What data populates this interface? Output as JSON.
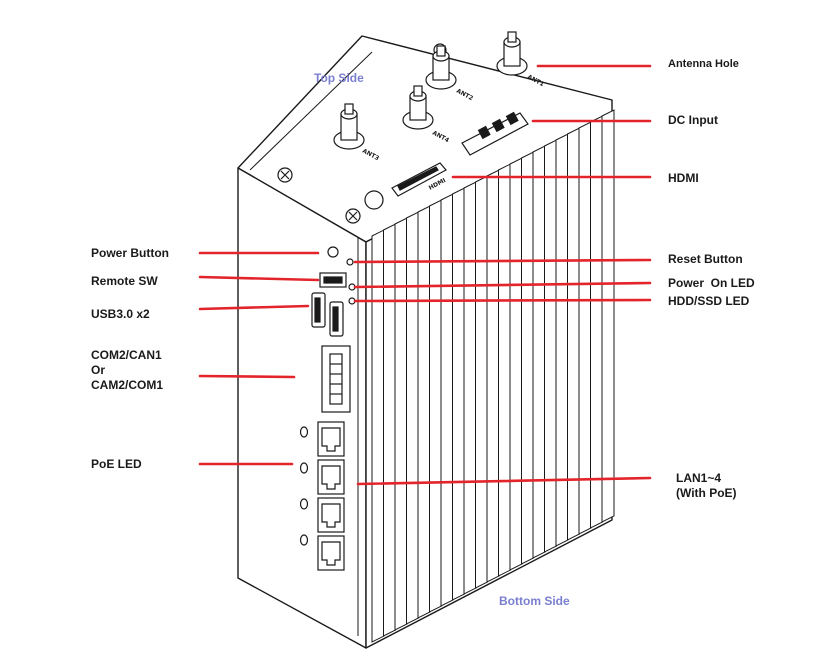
{
  "side_labels": {
    "top": "Top Side",
    "bottom": "Bottom Side"
  },
  "left_callouts": {
    "power_button": "Power Button",
    "remote_sw": "Remote SW",
    "usb": "USB3.0 x2",
    "com": [
      "COM2/CAN1",
      "Or",
      "CAM2/COM1"
    ],
    "poe_led": "PoE LED"
  },
  "right_callouts": {
    "antenna": "Antenna Hole",
    "dc_input": "DC Input",
    "hdmi": "HDMI",
    "reset_button": "Reset Button",
    "power_on_led": "Power  On LED",
    "hdd_led": "HDD/SSD LED",
    "lan": [
      "LAN1~4",
      "(With PoE)"
    ]
  },
  "device_markings": {
    "antennas": [
      "ANT3",
      "ANT4",
      "ANT2",
      "ANT1"
    ],
    "hdmi_port": "HDMI"
  },
  "colors": {
    "leader_line": "#e3242b",
    "side_label": "#7b7fd0",
    "outline": "#1a1a1a",
    "body": "#ffffff"
  }
}
